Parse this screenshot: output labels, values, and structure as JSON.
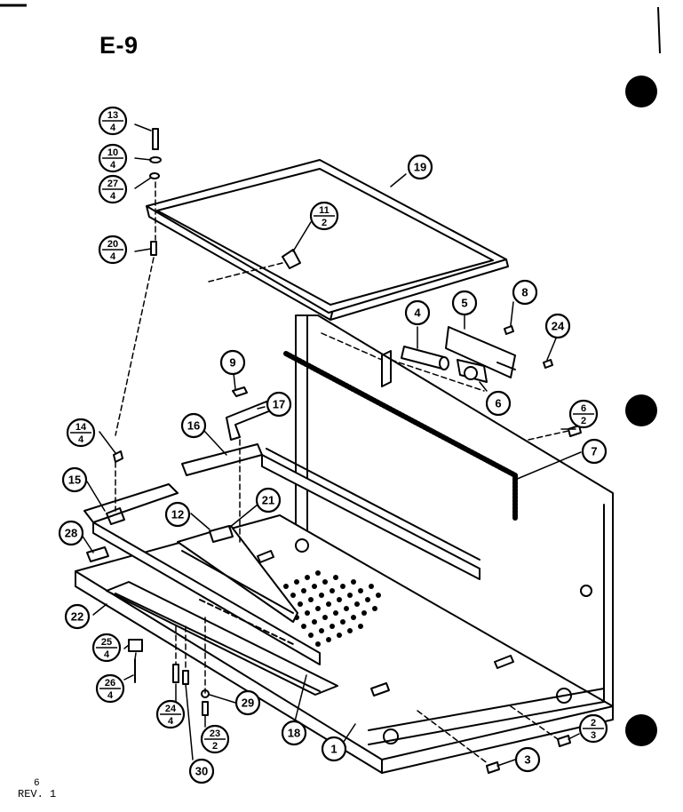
{
  "title": "E-9",
  "footer": {
    "page": "6",
    "revision": "REV. 1"
  },
  "callouts": [
    {
      "id": "19"
    },
    {
      "id": "11",
      "qty": "2"
    },
    {
      "id": "13",
      "qty": "4"
    },
    {
      "id": "10",
      "qty": "4"
    },
    {
      "id": "27",
      "qty": "4"
    },
    {
      "id": "20",
      "qty": "4"
    },
    {
      "id": "4"
    },
    {
      "id": "5"
    },
    {
      "id": "8"
    },
    {
      "id": "24"
    },
    {
      "id": "6"
    },
    {
      "id": "6",
      "qty": "2"
    },
    {
      "id": "7"
    },
    {
      "id": "9"
    },
    {
      "id": "17"
    },
    {
      "id": "16"
    },
    {
      "id": "14",
      "qty": "4"
    },
    {
      "id": "15"
    },
    {
      "id": "12"
    },
    {
      "id": "21"
    },
    {
      "id": "28"
    },
    {
      "id": "22"
    },
    {
      "id": "25",
      "qty": "4"
    },
    {
      "id": "26",
      "qty": "4"
    },
    {
      "id": "24",
      "qty": "4"
    },
    {
      "id": "29"
    },
    {
      "id": "23",
      "qty": "2"
    },
    {
      "id": "30"
    },
    {
      "id": "18"
    },
    {
      "id": "1"
    },
    {
      "id": "3"
    },
    {
      "id": "2",
      "qty": "3"
    }
  ],
  "colors": {
    "ink": "#000000",
    "paper": "#ffffff"
  }
}
